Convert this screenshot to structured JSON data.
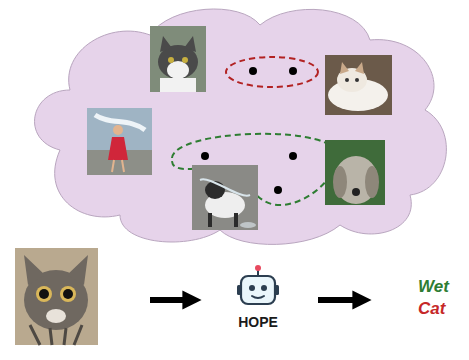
{
  "diagram": {
    "nodes": [
      {
        "text": [
          "HOPE"
        ]
      }
    ],
    "labels": [
      "Wet",
      "Cat"
    ]
  }
}
